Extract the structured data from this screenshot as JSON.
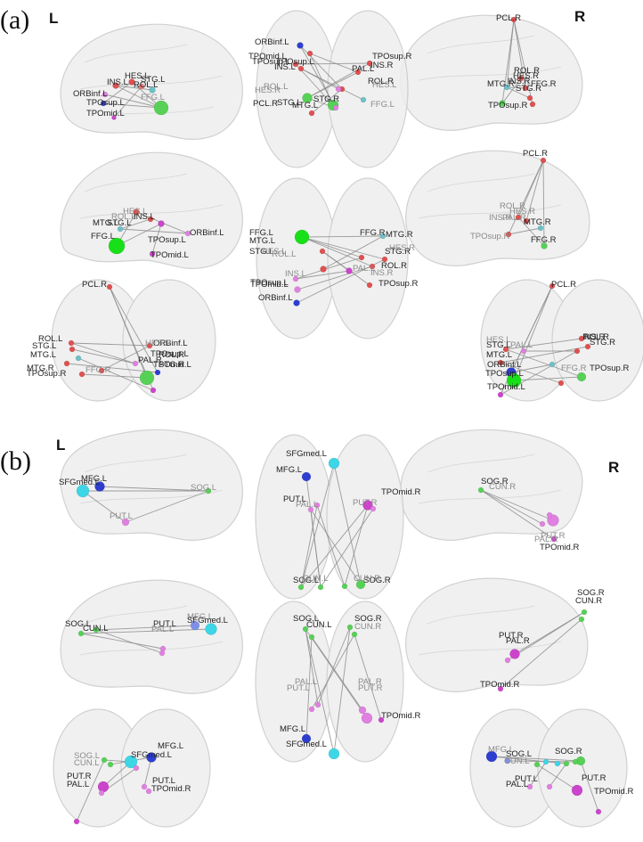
{
  "panels": [
    {
      "label": "(a)",
      "left_marker": "L",
      "right_marker": "R",
      "labels": [
        [
          "HES.L",
          0,
          "dark"
        ],
        [
          "INS.L",
          0,
          "dark"
        ],
        [
          "ROL.L",
          0,
          "dark"
        ],
        [
          "STG.L",
          0,
          "dark"
        ],
        [
          "ORBinf.L",
          0,
          "dark"
        ],
        [
          "TPOsup.L",
          0,
          "dark"
        ],
        [
          "TPOmid.L",
          0,
          "dark"
        ],
        [
          "FFG.L",
          0,
          "gray"
        ],
        [
          "ORBinf.L",
          1,
          "dark"
        ],
        [
          "TPOmid.L",
          1,
          "dark"
        ],
        [
          "TPOsup.L",
          1,
          "dark"
        ],
        [
          "TPOsup.R",
          1,
          "dark"
        ],
        [
          "TPOsup.L",
          1,
          "dark"
        ],
        [
          "INS.L",
          1,
          "dark"
        ],
        [
          "PAL.L",
          1,
          "dark"
        ],
        [
          "INS.R",
          1,
          "dark"
        ],
        [
          "ROL.R",
          1,
          "dark"
        ],
        [
          "ROL.L",
          1,
          "gray"
        ],
        [
          "HES.L",
          1,
          "gray"
        ],
        [
          "HES.R",
          1,
          "gray"
        ],
        [
          "STG.L",
          1,
          "dark"
        ],
        [
          "STG.R",
          1,
          "dark"
        ],
        [
          "PCL.R",
          1,
          "dark"
        ],
        [
          "MTG.L",
          1,
          "dark"
        ],
        [
          "FFG.L",
          1,
          "gray"
        ],
        [
          "FFG.R",
          1,
          "gray"
        ],
        [
          "MTG.R",
          1,
          "dark"
        ],
        [
          "PCL.R",
          2,
          "dark"
        ],
        [
          "ROL.R",
          2,
          "dark"
        ],
        [
          "HES.R",
          2,
          "dark"
        ],
        [
          "INS.R",
          2,
          "dark"
        ],
        [
          "STG.R",
          2,
          "dark"
        ],
        [
          "MTG.R",
          2,
          "dark"
        ],
        [
          "FFG.R",
          2,
          "dark"
        ],
        [
          "TPOsup.R",
          2,
          "dark"
        ],
        [
          "HES.L",
          3,
          "gray"
        ],
        [
          "ROL.L",
          3,
          "gray"
        ],
        [
          "INS.L",
          3,
          "dark"
        ],
        [
          "MTG.L",
          3,
          "dark"
        ],
        [
          "STG.L",
          3,
          "dark"
        ],
        [
          "ORBinf.L",
          3,
          "dark"
        ],
        [
          "FFG.L",
          3,
          "dark"
        ],
        [
          "TPOsup.L",
          3,
          "dark"
        ],
        [
          "TPOmid.L",
          3,
          "dark"
        ],
        [
          "FFG.L",
          4,
          "dark"
        ],
        [
          "FFG.R",
          4,
          "dark"
        ],
        [
          "MTG.L",
          4,
          "dark"
        ],
        [
          "MTG.R",
          4,
          "dark"
        ],
        [
          "STG.L",
          4,
          "dark"
        ],
        [
          "STG.R",
          4,
          "dark"
        ],
        [
          "HES.L",
          4,
          "gray"
        ],
        [
          "HES.R",
          4,
          "gray"
        ],
        [
          "ROL.L",
          4,
          "gray"
        ],
        [
          "ROL.R",
          4,
          "dark"
        ],
        [
          "INS.L",
          4,
          "gray"
        ],
        [
          "PAL.L",
          4,
          "gray"
        ],
        [
          "INS.R",
          4,
          "gray"
        ],
        [
          "TPOsup.L",
          4,
          "dark"
        ],
        [
          "TPOmid.L",
          4,
          "dark"
        ],
        [
          "TPOsup.R",
          4,
          "dark"
        ],
        [
          "ORBinf.L",
          4,
          "dark"
        ],
        [
          "PCL.R",
          5,
          "dark"
        ],
        [
          "ROL.R",
          5,
          "gray"
        ],
        [
          "HES.R",
          5,
          "gray"
        ],
        [
          "INS.R",
          5,
          "gray"
        ],
        [
          "PAL.R",
          5,
          "gray"
        ],
        [
          "MTG.R",
          5,
          "dark"
        ],
        [
          "TPOsup.R",
          5,
          "gray"
        ],
        [
          "FFG.R",
          5,
          "dark"
        ],
        [
          "PCL.R",
          6,
          "dark"
        ],
        [
          "ROL.R",
          6,
          "dark"
        ],
        [
          "STG.R",
          6,
          "dark"
        ],
        [
          "INS.R",
          6,
          "dark"
        ],
        [
          "HES.L",
          6,
          "gray"
        ],
        [
          "STG.L",
          6,
          "dark"
        ],
        [
          "MTG.L",
          6,
          "dark"
        ],
        [
          "PAL.L",
          6,
          "gray"
        ],
        [
          "ORBinf.L",
          6,
          "dark"
        ],
        [
          "TPOsup.L",
          6,
          "dark"
        ],
        [
          "TPOsup.R",
          6,
          "dark"
        ],
        [
          "FFG.R",
          6,
          "gray"
        ],
        [
          "TPOmid.L",
          6,
          "dark"
        ],
        [
          "PCL.R",
          7,
          "dark"
        ],
        [
          "ROL.L",
          7,
          "dark"
        ],
        [
          "STG.L",
          7,
          "dark"
        ],
        [
          "MTG.L",
          7,
          "dark"
        ],
        [
          "ORBinf.L",
          7,
          "dark"
        ],
        [
          "TPOsup.L",
          7,
          "dark"
        ],
        [
          "TPOmid.L",
          7,
          "dark"
        ],
        [
          "PAL.R",
          7,
          "dark"
        ],
        [
          "HES.R",
          7,
          "gray"
        ],
        [
          "ROL.R",
          7,
          "dark"
        ],
        [
          "STG.R",
          7,
          "dark"
        ],
        [
          "MTG.R",
          7,
          "dark"
        ],
        [
          "FFG.R",
          7,
          "gray"
        ],
        [
          "TPOsup.R",
          7,
          "dark"
        ]
      ]
    },
    {
      "label": "(b)",
      "left_marker": "L",
      "right_marker": "R",
      "labels": [
        [
          "SFGmed.L",
          8,
          "dark"
        ],
        [
          "MFG.L",
          8,
          "dark"
        ],
        [
          "SOG.L",
          8,
          "gray"
        ],
        [
          "PUT.L",
          8,
          "gray"
        ],
        [
          "SFGmed.L",
          9,
          "dark"
        ],
        [
          "MFG.L",
          9,
          "dark"
        ],
        [
          "TPOmid.R",
          9,
          "dark"
        ],
        [
          "PUT.L",
          9,
          "dark"
        ],
        [
          "PAL.L",
          9,
          "gray"
        ],
        [
          "PUT.R",
          9,
          "gray"
        ],
        [
          "SOG.L",
          9,
          "dark"
        ],
        [
          "CUN.L",
          9,
          "gray"
        ],
        [
          "SOG.R",
          9,
          "dark"
        ],
        [
          "CUN.R",
          9,
          "gray"
        ],
        [
          "SOG.R",
          10,
          "dark"
        ],
        [
          "CUN.R",
          10,
          "gray"
        ],
        [
          "PUT.R",
          10,
          "gray"
        ],
        [
          "PAL.R",
          10,
          "gray"
        ],
        [
          "TPOmid.R",
          10,
          "dark"
        ],
        [
          "SOG.L",
          11,
          "dark"
        ],
        [
          "CUN.L",
          11,
          "dark"
        ],
        [
          "MFG.L",
          11,
          "gray"
        ],
        [
          "SFGmed.L",
          11,
          "dark"
        ],
        [
          "PUT.L",
          11,
          "dark"
        ],
        [
          "PAL.L",
          11,
          "gray"
        ],
        [
          "SOG.L",
          12,
          "dark"
        ],
        [
          "CUN.L",
          12,
          "dark"
        ],
        [
          "SOG.R",
          12,
          "dark"
        ],
        [
          "CUN.R",
          12,
          "gray"
        ],
        [
          "PAL.L",
          12,
          "gray"
        ],
        [
          "PUT.L",
          12,
          "gray"
        ],
        [
          "PAL.R",
          12,
          "gray"
        ],
        [
          "PUT.R",
          12,
          "gray"
        ],
        [
          "TPOmid.R",
          12,
          "dark"
        ],
        [
          "MFG.L",
          12,
          "dark"
        ],
        [
          "SFGmed.L",
          12,
          "dark"
        ],
        [
          "SOG.R",
          13,
          "dark"
        ],
        [
          "CUN.R",
          13,
          "dark"
        ],
        [
          "PUT.R",
          13,
          "dark"
        ],
        [
          "PAL.R",
          13,
          "dark"
        ],
        [
          "TPOmid.R",
          13,
          "dark"
        ],
        [
          "SOG.L",
          14,
          "gray"
        ],
        [
          "CUN.L",
          14,
          "gray"
        ],
        [
          "SFGmed.L",
          14,
          "dark"
        ],
        [
          "MFG.L",
          14,
          "dark"
        ],
        [
          "PUT.R",
          14,
          "dark"
        ],
        [
          "PAL.L",
          14,
          "dark"
        ],
        [
          "PUT.L",
          14,
          "dark"
        ],
        [
          "TPOmid.R",
          14,
          "dark"
        ],
        [
          "MFG.L",
          15,
          "gray"
        ],
        [
          "SOG.L",
          15,
          "dark"
        ],
        [
          "CUN.L",
          15,
          "gray"
        ],
        [
          "SOG.R",
          15,
          "dark"
        ],
        [
          "PUT.L",
          15,
          "dark"
        ],
        [
          "PAL.L",
          15,
          "dark"
        ],
        [
          "PUT.R",
          15,
          "dark"
        ],
        [
          "TPOmid.R",
          15,
          "dark"
        ]
      ]
    }
  ],
  "colors": {
    "brain_fill": "#eeeeee",
    "brain_stroke": "#c9c9c9",
    "edge": "#8c8c8c",
    "green": "#56d156",
    "bright_green": "#18e018",
    "cyan": "#3dd6e6",
    "blue": "#2e3ed0",
    "light_blue": "#7f8fe8",
    "magenta": "#cc44cc",
    "pink": "#e080e0",
    "red": "#e05050",
    "light_red": "#f07a7a",
    "teal": "#6ec0c8",
    "label_dark": "#222222",
    "label_gray": "#8a8a8a"
  }
}
